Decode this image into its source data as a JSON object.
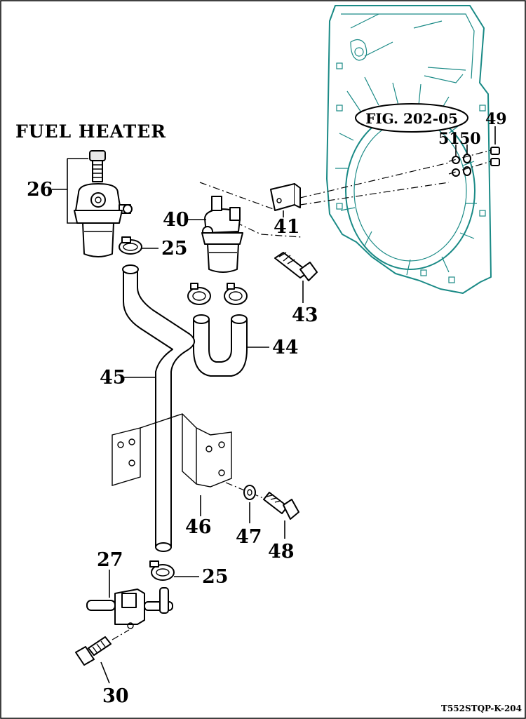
{
  "diagram": {
    "title": "FUEL HEATER",
    "figure_reference": "FIG. 202-05",
    "drawing_code": "T552STQP-K-204",
    "part_labels": {
      "p26": "26",
      "p25a": "25",
      "p25b": "25",
      "p40": "40",
      "p41": "41",
      "p43": "43",
      "p44": "44",
      "p45": "45",
      "p46": "46",
      "p47": "47",
      "p48": "48",
      "p27": "27",
      "p30": "30",
      "p49": "49",
      "p50": "50",
      "p51": "51"
    },
    "colors": {
      "line": "#000000",
      "reference_part": "#1a8a86",
      "background": "#ffffff"
    }
  }
}
